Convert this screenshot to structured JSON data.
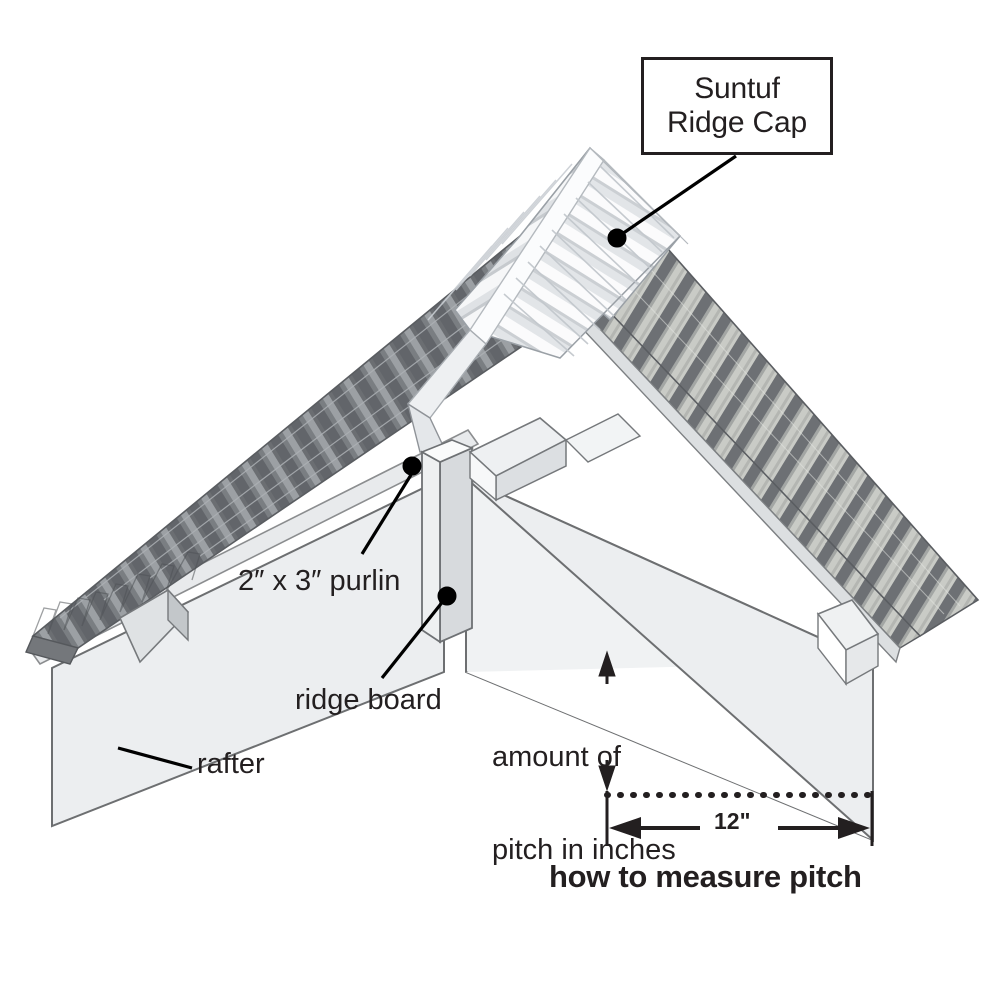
{
  "diagram": {
    "title": "how to measure pitch",
    "background_color": "#ffffff",
    "ink_color": "#231f20",
    "callout": {
      "line1": "Suntuf",
      "line2": "Ridge Cap"
    },
    "labels": {
      "purlin": "2″ x 3″ purlin",
      "ridge_board": "ridge board",
      "rafter": "rafter",
      "pitch_line1": "amount of",
      "pitch_line2": "pitch in inches",
      "run_dimension": "12\"",
      "caption": "how to measure pitch"
    },
    "colors": {
      "panel_left_dark": "#6e7175",
      "panel_left_light": "#9a9ea2",
      "panel_right_dark": "#6d7074",
      "panel_right_light": "#c9cbc6",
      "ridge_cap_light": "#f4f5f6",
      "ridge_cap_shade": "#d2d5d8",
      "rafter_fill": "#eceef0",
      "outline": "#58595b"
    },
    "parts": [
      "suntuf-ridge-cap",
      "corrugated-roof-panel-left",
      "corrugated-roof-panel-right",
      "2x3-purlin",
      "ridge-board",
      "rafter-left",
      "rafter-right"
    ],
    "measurement": {
      "rise_label": "amount of pitch in inches",
      "run_label": "12\"",
      "run_value": 12,
      "run_units": "inches"
    }
  }
}
